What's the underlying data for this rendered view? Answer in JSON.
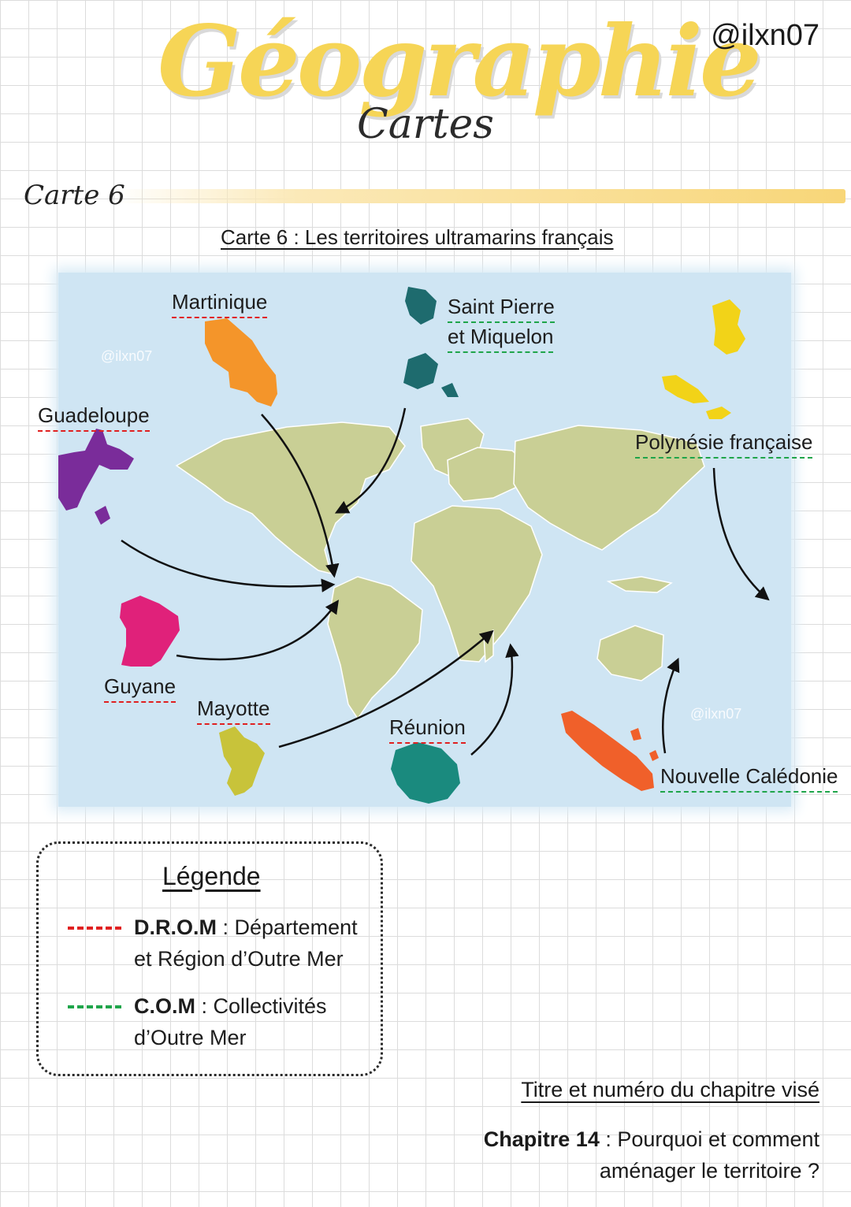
{
  "header": {
    "title": "Géographie",
    "subtitle": "Cartes",
    "handle": "@ilxn07"
  },
  "section": {
    "label": "Carte 6"
  },
  "map": {
    "title": "Carte 6 : Les territoires ultramarins français",
    "ocean_color": "#cfe5f3",
    "land_color": "#c9cf95",
    "watermark": "@ilxn07",
    "territories": [
      {
        "name": "Martinique",
        "color": "#f4952a",
        "status": "DROM"
      },
      {
        "name": "Saint Pierre",
        "name_line2": "et Miquelon",
        "color": "#1e6b6e",
        "status": "COM"
      },
      {
        "name": "Guadeloupe",
        "color": "#7a2c9a",
        "status": "DROM"
      },
      {
        "name": "Polynésie française",
        "color": "#f2d318",
        "status": "COM"
      },
      {
        "name": "Guyane",
        "color": "#e0217a",
        "status": "DROM"
      },
      {
        "name": "Mayotte",
        "color": "#c8c33a",
        "status": "DROM"
      },
      {
        "name": "Réunion",
        "color": "#1a8a7e",
        "status": "DROM"
      },
      {
        "name": "Nouvelle Calédonie",
        "color": "#f0602a",
        "status": "COM"
      }
    ]
  },
  "legend": {
    "title": "Légende",
    "items": [
      {
        "abbr": "D.R.O.M",
        "sep": " : ",
        "text1": "Département",
        "text2": "et Région d’Outre Mer",
        "color": "#e02020"
      },
      {
        "abbr": "C.O.M",
        "sep": " : ",
        "text1": "Collectivités",
        "text2": "d’Outre Mer",
        "color": "#1fa54a"
      }
    ]
  },
  "chapter": {
    "label": "Titre et numéro du chapitre visé",
    "number": "Chapitre 14",
    "sep": " : ",
    "text1": "Pourquoi et comment",
    "text2": "aménager le territoire ?"
  }
}
